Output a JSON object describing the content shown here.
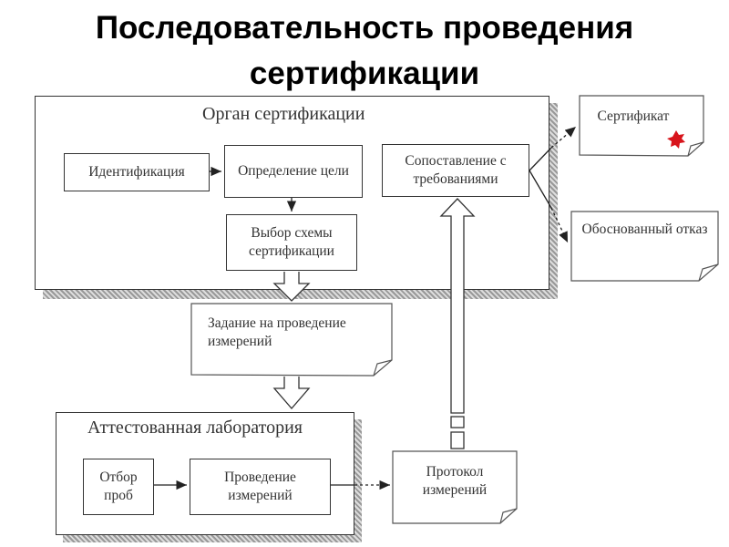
{
  "title": {
    "line1": "Последовательность проведения",
    "line2": "сертификации"
  },
  "certification_body": {
    "label": "Орган сертификации",
    "identification": "Идентификация",
    "goal_definition": "Определение цели",
    "scheme_choice": "Выбор схемы сертификации",
    "comparison": "Сопоставление с требованиями"
  },
  "outcomes": {
    "certificate": "Сертификат",
    "refusal": "Обоснованный отказ"
  },
  "task_document": "Задание на проведение измерений",
  "laboratory": {
    "label": "Аттестованная лаборатория",
    "sampling": "Отбор проб",
    "measurement": "Проведение измерений"
  },
  "protocol_document": "Протокол измерений"
}
